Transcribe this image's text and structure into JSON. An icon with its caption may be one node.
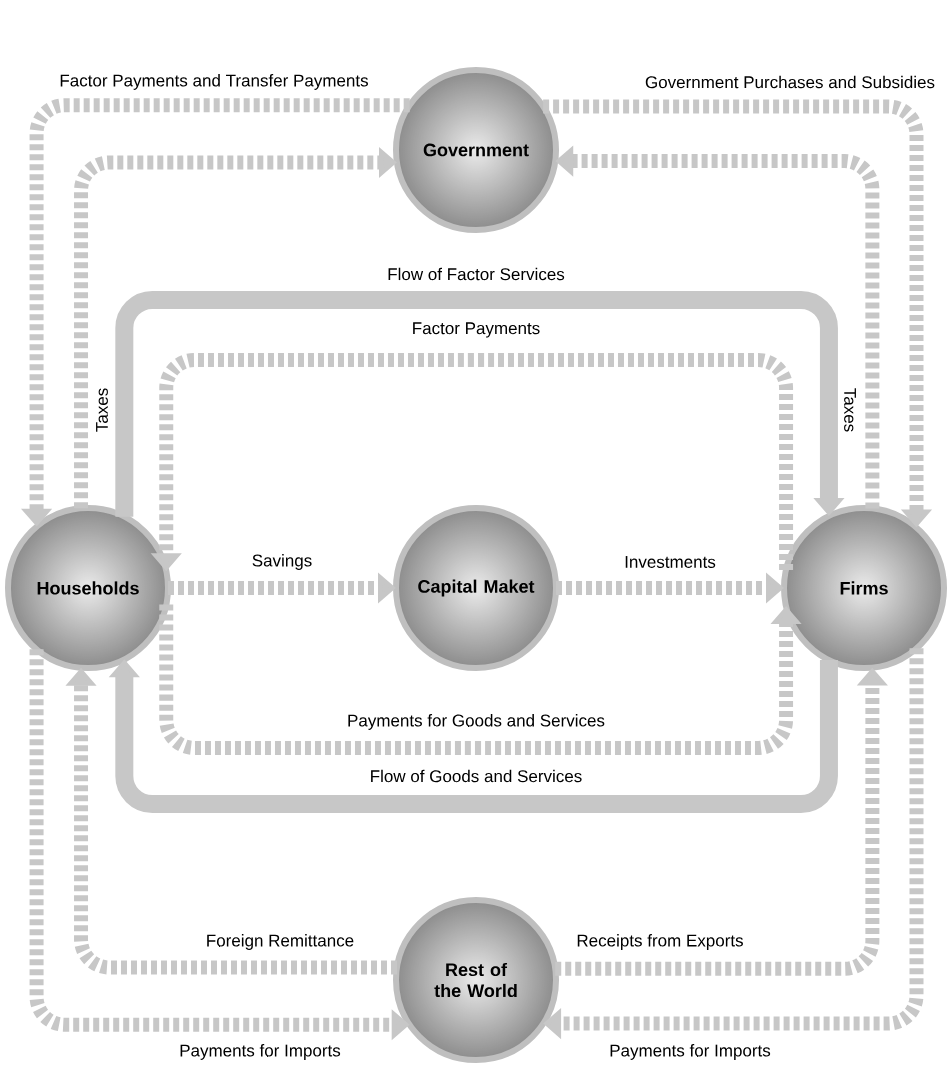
{
  "diagram": {
    "nodes": [
      {
        "text": [
          "Government"
        ]
      },
      {
        "text": [
          "Households"
        ]
      },
      {
        "text": [
          "Capital Maket"
        ]
      },
      {
        "text": [
          "Firms"
        ]
      },
      {
        "text": [
          "Rest of the World"
        ]
      }
    ],
    "edges": [
      {
        "from": 0,
        "to": 1,
        "arrow": "to",
        "label": "Factor Payments and Transfer Payments",
        "style": "dashed"
      },
      {
        "from": 1,
        "to": 0,
        "arrow": "to",
        "label": "Taxes",
        "style": "dashed"
      },
      {
        "from": 0,
        "to": 3,
        "arrow": "to",
        "label": "Government Purchases and Subsidies",
        "style": "dashed"
      },
      {
        "from": 3,
        "to": 0,
        "arrow": "to",
        "label": "Taxes",
        "style": "dashed"
      },
      {
        "from": 1,
        "to": 3,
        "arrow": "to",
        "label": "Flow of Factor Services"
      },
      {
        "from": 3,
        "to": 1,
        "arrow": "to",
        "label": "Factor Payments",
        "style": "dashed"
      },
      {
        "from": 1,
        "to": 2,
        "arrow": "to",
        "label": "Savings",
        "style": "dashed"
      },
      {
        "from": 2,
        "to": 3,
        "arrow": "to",
        "label": "Investments",
        "style": "dashed"
      },
      {
        "from": 1,
        "to": 3,
        "arrow": "to",
        "label": "Payments for Goods and Services",
        "style": "dashed"
      },
      {
        "from": 3,
        "to": 1,
        "arrow": "to",
        "label": "Flow of Goods and Services"
      },
      {
        "from": 1,
        "to": 4,
        "arrow": "to",
        "label": "Payments for Imports",
        "style": "dashed"
      },
      {
        "from": 4,
        "to": 1,
        "arrow": "to",
        "label": "Foreign Remittance",
        "style": "dashed"
      },
      {
        "from": 4,
        "to": 3,
        "arrow": "to",
        "label": "Receipts from Exports",
        "style": "dashed"
      },
      {
        "from": 3,
        "to": 4,
        "arrow": "to",
        "label": "Payments for Imports",
        "style": "dashed"
      }
    ]
  }
}
